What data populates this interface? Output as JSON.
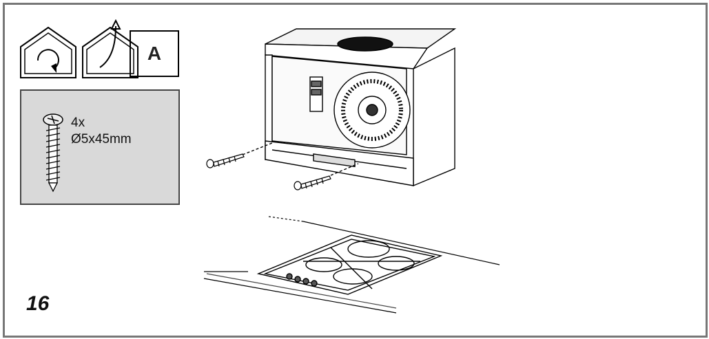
{
  "figure": {
    "step_number": "16",
    "mode_label": "A",
    "hardware": {
      "quantity": "4x",
      "size": "Ø5x45mm"
    },
    "icons": [
      "recirculation-mode-icon",
      "ducted-mode-icon",
      "screw-icon",
      "range-hood-icon",
      "hob-icon"
    ]
  }
}
